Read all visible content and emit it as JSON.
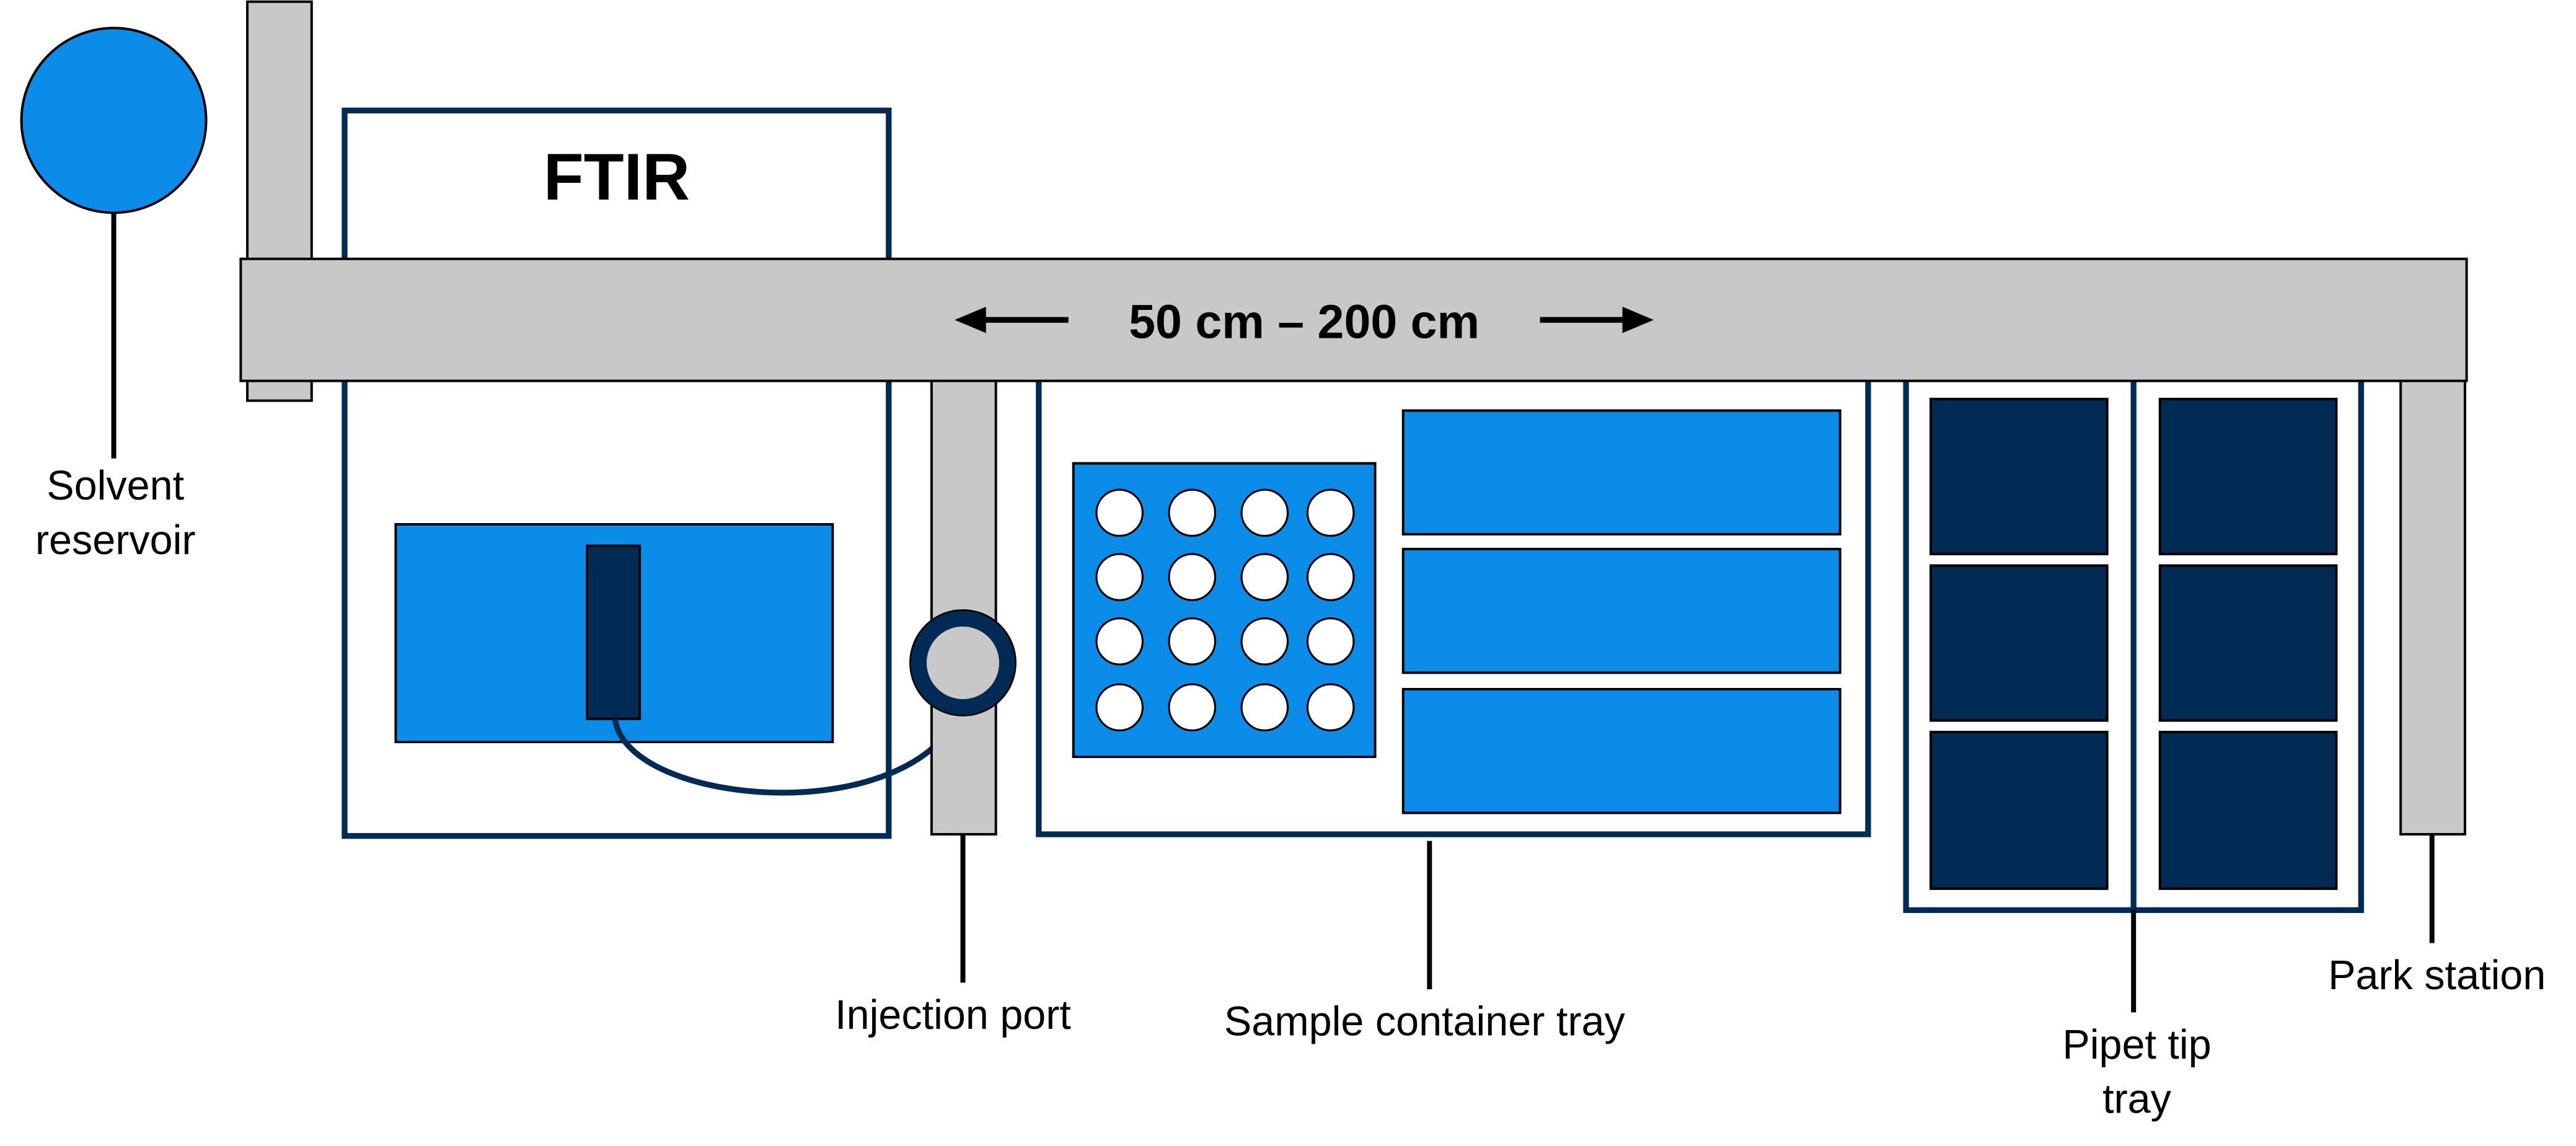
{
  "diagram": {
    "ftir_title": "FTIR",
    "rail_range": "50 cm – 200 cm",
    "labels": {
      "solvent_line1": "Solvent",
      "solvent_line2": "reservoir",
      "injection_port": "Injection port",
      "sample_tray": "Sample container tray",
      "pipet_line1": "Pipet tip",
      "pipet_line2": "tray",
      "park_station": "Park station"
    },
    "colors": {
      "navy": "#012a55",
      "blue": "#0c8ce9",
      "gray": "#c8c8c8",
      "white": "#ffffff"
    },
    "icons": {
      "left_arrow": "arrow-left-icon",
      "right_arrow": "arrow-right-icon"
    }
  }
}
